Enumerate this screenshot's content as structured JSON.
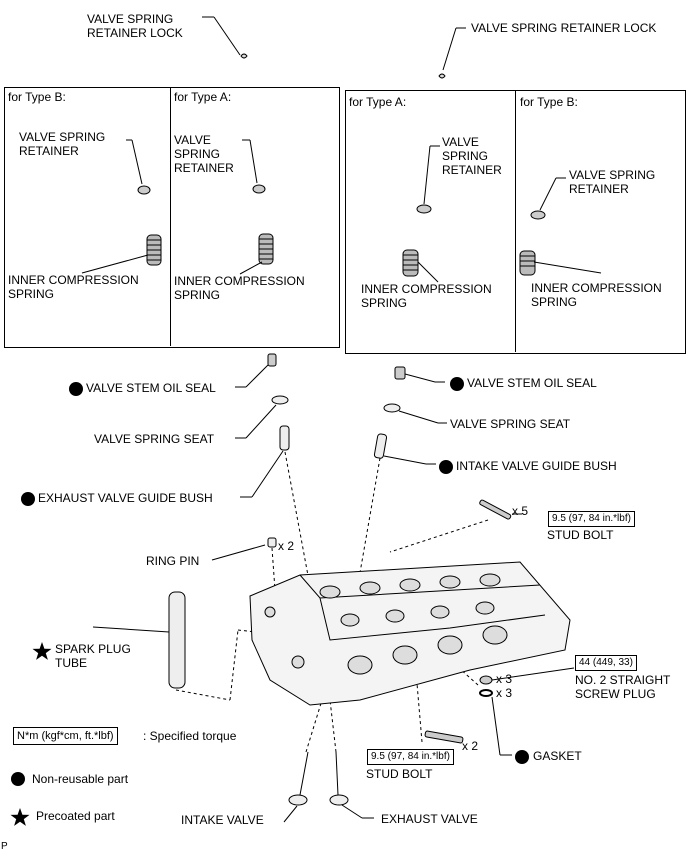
{
  "labels": {
    "vsrl_left_1": "VALVE SPRING",
    "vsrl_left_2": "RETAINER LOCK",
    "vsrl_right": "VALVE SPRING RETAINER LOCK",
    "for_type_b": "for Type B:",
    "for_type_a": "for Type A:",
    "vsr_two_line_1": "VALVE SPRING",
    "vsr_two_line_2": "RETAINER",
    "vsr_three_1": "VALVE",
    "vsr_three_2": "SPRING",
    "vsr_three_3": "RETAINER",
    "ics_1": "INNER COMPRESSION",
    "ics_2": "SPRING",
    "valve_stem_oil_seal": "VALVE STEM OIL SEAL",
    "valve_spring_seat": "VALVE SPRING SEAT",
    "intake_valve_guide_bush": "INTAKE VALVE GUIDE BUSH",
    "exhaust_valve_guide_bush": "EXHAUST VALVE GUIDE BUSH",
    "x5": "x 5",
    "x2": "x 2",
    "x3": "x 3",
    "stud_bolt": "STUD BOLT",
    "ring_pin": "RING PIN",
    "spark_plug_tube_1": "SPARK PLUG",
    "spark_plug_tube_2": "TUBE",
    "no2_plug_1": "NO. 2 STRAIGHT",
    "no2_plug_2": "SCREW PLUG",
    "gasket": "GASKET",
    "intake_valve": "INTAKE VALVE",
    "exhaust_valve": "EXHAUST VALVE",
    "footer_code": "P"
  },
  "torques": {
    "stud_bolt_upper": "9.5 (97, 84 in.*lbf)",
    "stud_bolt_lower": "9.5 (97, 84 in.*lbf)",
    "no2_plug": "44 (449, 33)"
  },
  "legend": {
    "torque_key": "N*m (kgf*cm, ft.*lbf)",
    "torque_desc": ": Specified torque",
    "non_reusable": "Non-reusable part",
    "precoated": "Precoated part"
  }
}
